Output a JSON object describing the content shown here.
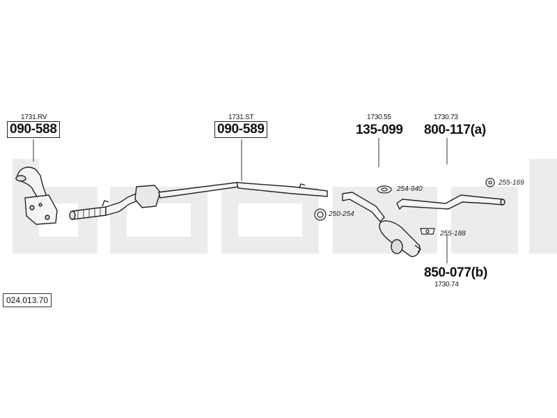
{
  "diagram_code": "024.013.70",
  "watermark": "bosal",
  "parts": [
    {
      "ref": "1731.RV",
      "number": "090-588",
      "boxed": true
    },
    {
      "ref": "1731.ST",
      "number": "090-589",
      "boxed": true
    },
    {
      "ref": "1730.55",
      "number": "135-099",
      "boxed": false
    },
    {
      "ref": "1730.73",
      "number": "800-117(a)",
      "boxed": false
    },
    {
      "ref": "1730.74",
      "number": "850-077(b)",
      "boxed": false
    }
  ],
  "accessories": [
    {
      "number": "254-940"
    },
    {
      "number": "255-169"
    },
    {
      "number": "250-254"
    },
    {
      "number": "255-188"
    }
  ]
}
